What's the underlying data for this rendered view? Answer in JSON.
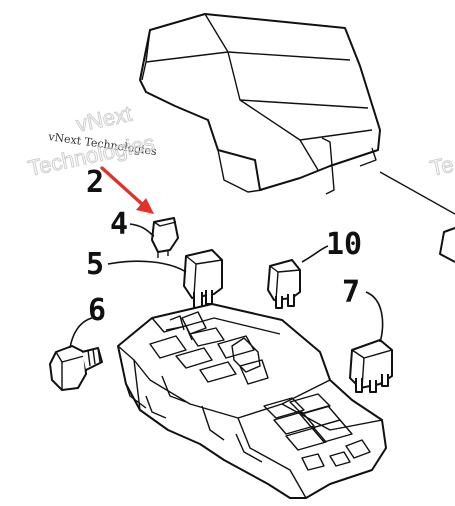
{
  "labels": {
    "part_2": "2",
    "part_4": "4",
    "part_5": "5",
    "part_6": "6",
    "part_7": "7",
    "part_10": "10"
  },
  "watermark": {
    "brand_top": "vNext",
    "brand_small": "vNext Technologies",
    "brand_large": "Technologies",
    "brand_right": "Te"
  },
  "colors": {
    "line": "#111111",
    "arrow": "#e0322b",
    "watermark": "#cfcfcf"
  }
}
